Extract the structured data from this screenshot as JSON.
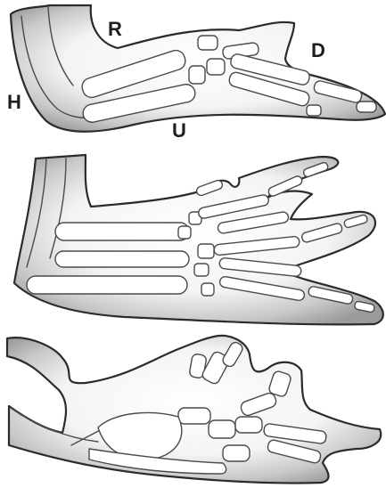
{
  "labels": {
    "h": "H",
    "r": "R",
    "u": "U",
    "d": "D"
  },
  "colors": {
    "outline": "#2b2b2b",
    "shade_dark": "#9a9a9a",
    "shade_light": "#ffffff"
  }
}
